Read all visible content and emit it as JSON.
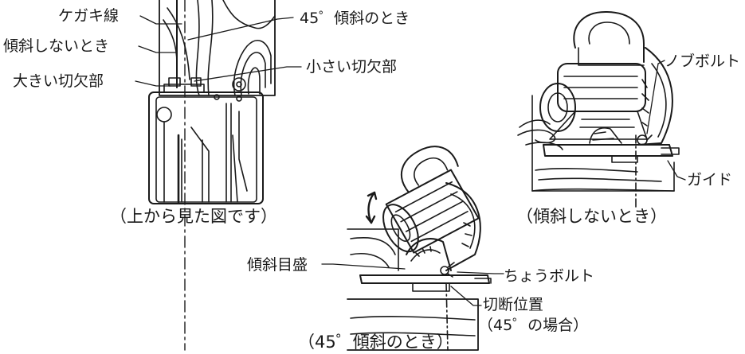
{
  "labels": {
    "scribe_line": "ケガキ線",
    "tilt_45": "45゜傾斜のとき",
    "no_tilt": "傾斜しないとき",
    "small_notch": "小さい切欠部",
    "large_notch": "大きい切欠部",
    "knob_bolt": "ノブボルト",
    "guide": "ガイド",
    "tilt_scale": "傾斜目盛",
    "wing_bolt": "ちょうボルト",
    "cut_position_line1": "切断位置",
    "cut_position_line2": "（45゜の場合）"
  },
  "captions": {
    "top_view": "（上から見た図です）",
    "no_tilt_view": "（傾斜しないとき）",
    "tilt_45_view": "（45゜傾斜のとき）"
  },
  "colors": {
    "ink": "#1a1a1a",
    "background": "#ffffff",
    "shade": "#555555"
  }
}
